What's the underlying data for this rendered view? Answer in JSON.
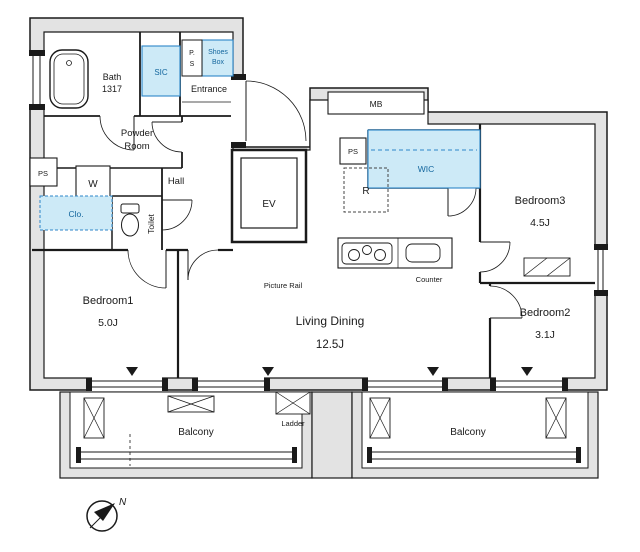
{
  "rooms": {
    "bath": {
      "name": "Bath",
      "size": "1317"
    },
    "sic": {
      "label": "SIC"
    },
    "ps_entrance": {
      "line1": "P.",
      "line2": "S"
    },
    "shoes_box": {
      "line1": "Shoes",
      "line2": "Box"
    },
    "entrance": {
      "label": "Entrance"
    },
    "powder_room": {
      "line1": "Powder",
      "line2": "Room"
    },
    "washer": {
      "label": "W"
    },
    "ps_left": {
      "label": "PS"
    },
    "closet": {
      "label": "Clo."
    },
    "toilet": {
      "label": "Toilet"
    },
    "hall": {
      "label": "Hall"
    },
    "ev": {
      "label": "EV"
    },
    "mb": {
      "label": "MB"
    },
    "ps_kitchen": {
      "label": "PS"
    },
    "refrigerator": {
      "label": "R"
    },
    "wic": {
      "label": "WIC"
    },
    "bedroom1": {
      "name": "Bedroom1",
      "size": "5.0J"
    },
    "bedroom2": {
      "name": "Bedroom2",
      "size": "3.1J"
    },
    "bedroom3": {
      "name": "Bedroom3",
      "size": "4.5J"
    },
    "living_dining": {
      "name": "Living Dining",
      "size": "12.5J"
    },
    "balcony_left": {
      "label": "Balcony"
    },
    "balcony_right": {
      "label": "Balcony"
    }
  },
  "annotations": {
    "picture_rail": "Picture Rail",
    "counter": "Counter",
    "ladder": "Ladder",
    "compass_north": "N"
  },
  "colors": {
    "wall_band": "#e3e3e3",
    "line": "#1a1a1a",
    "closet_fill": "#cdeaf7",
    "closet_stroke": "#2d86c8"
  }
}
